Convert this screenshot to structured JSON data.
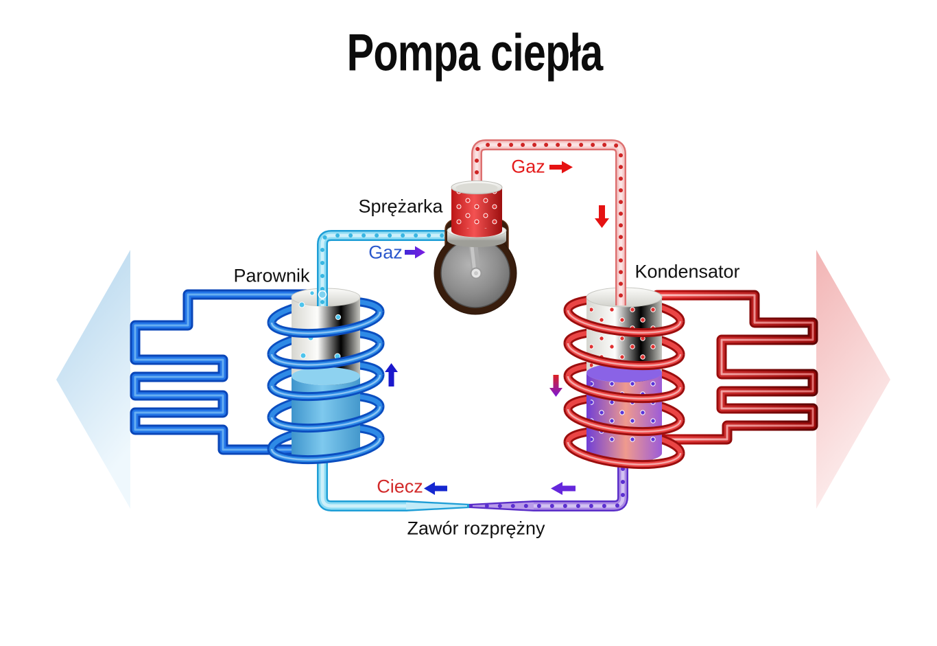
{
  "title": "Pompa ciepła",
  "labels": {
    "compressor": "Sprężarka",
    "evaporator": "Parownik",
    "condenser": "Kondensator",
    "gas_to_compressor": "Gaz",
    "gas_from_compressor": "Gaz",
    "liquid": "Ciecz",
    "expansion_valve": "Zawór rozprężny"
  },
  "colors": {
    "background": "#ffffff",
    "text": "#111111",
    "title_text": "#0c0c0c",
    "cold_loop": "#1565d8",
    "cold_pipe_fill": "#8edcf4",
    "hot_loop": "#e02020",
    "hot_pipe_fill": "#f6caca",
    "liquid_pipe": "#5a2ec8",
    "cold_big_arrow": "#b4d5ec",
    "hot_big_arrow": "#f2b6b6",
    "gas_cold_label": "#2a57cc",
    "gas_hot_label": "#e41b1b",
    "liquid_label": "#d22a2a"
  }
}
